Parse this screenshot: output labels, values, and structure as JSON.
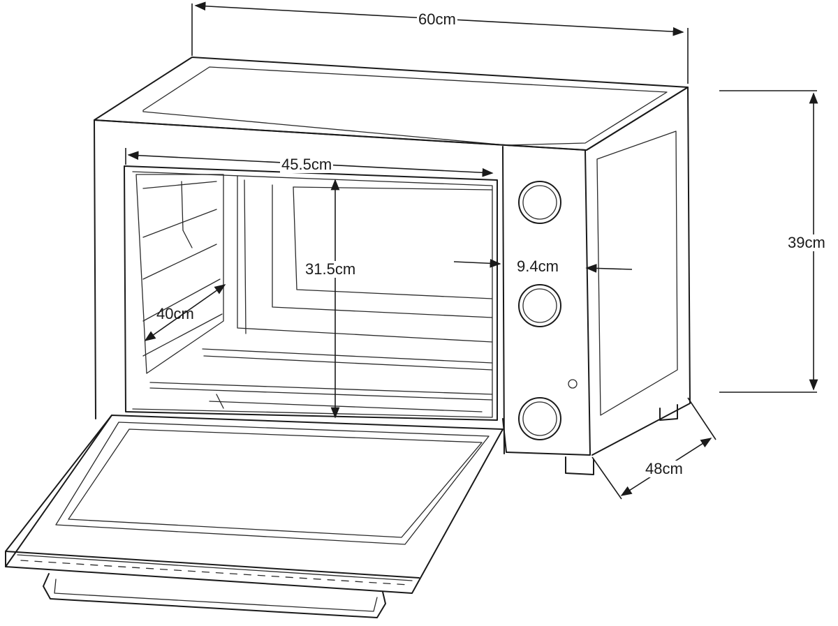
{
  "dimensions": {
    "overall_width": "60cm",
    "overall_height": "39cm",
    "overall_depth": "48cm",
    "interior_width": "45.5cm",
    "interior_height": "31.5cm",
    "interior_depth": "40cm",
    "control_panel_width": "9.4cm"
  },
  "controls": {
    "knob_count": 3,
    "indicator_lights": 1
  },
  "colors": {
    "line": "#1a1a1a",
    "background": "#ffffff"
  }
}
